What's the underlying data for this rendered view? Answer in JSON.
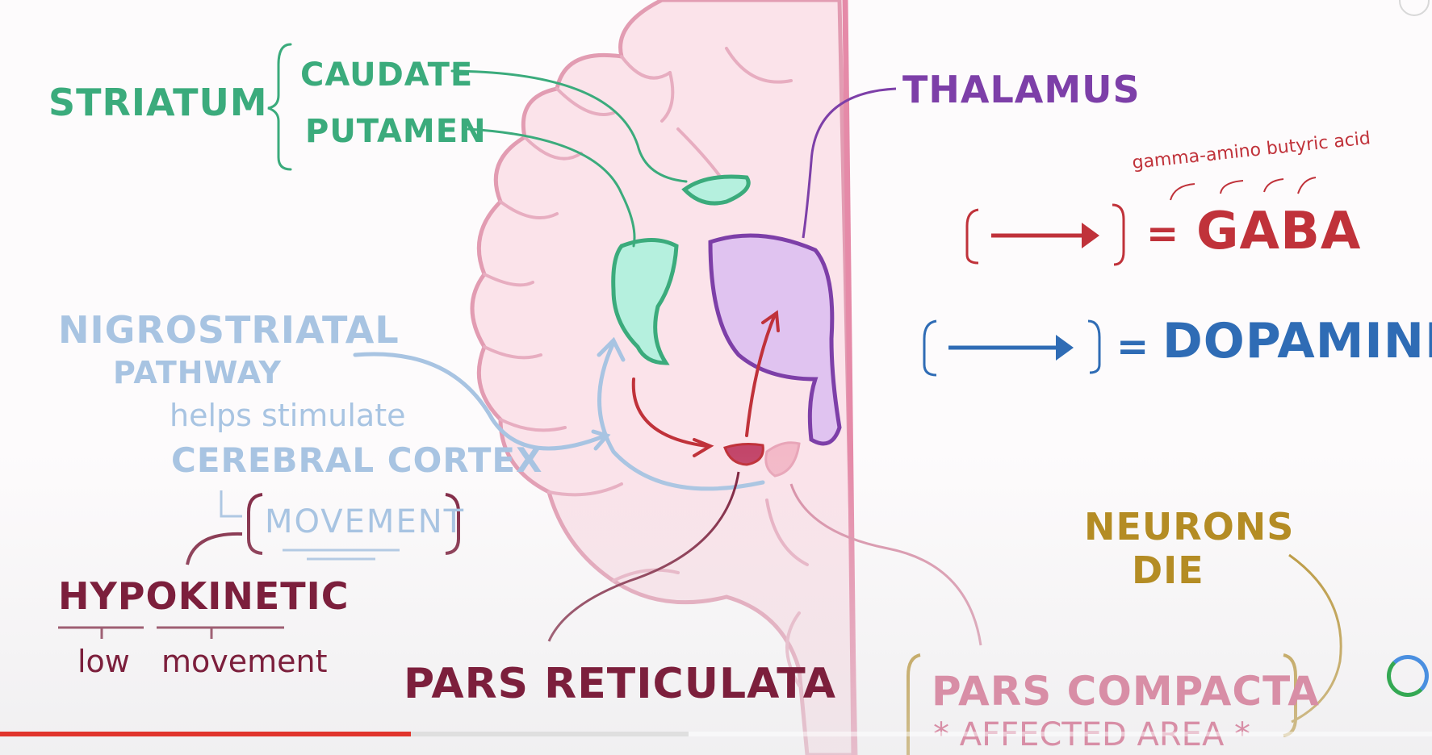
{
  "labels": {
    "striatum": "STRIATUM",
    "caudate": "CAUDATE",
    "putamen": "PUTAMEN",
    "thalamus": "THALAMUS",
    "gamma": "gamma-amino butyric acid",
    "gaba": "GABA",
    "dopamine": "DOPAMINE",
    "equals_gaba": "=",
    "equals_dopamine": "=",
    "nigrostriatal": "NIGROSTRIATAL",
    "pathway": "PATHWAY",
    "helps": "helps stimulate",
    "cerebral_cortex": "CEREBRAL CORTEX",
    "movement_bracket": "MOVEMENT",
    "hypokinetic": "HYPOKINETIC",
    "low": "low",
    "movement": "movement",
    "pars_reticulata": "PARS RETICULATA",
    "neurons": "NEURONS",
    "die": "DIE",
    "pars_compacta": "PARS COMPACTA",
    "affected_area": "* AFFECTED AREA *"
  },
  "colors": {
    "striatum": "#3bab7c",
    "thalamus": "#7d3fa8",
    "gaba": "#c0323a",
    "dopamine": "#2f6cb5",
    "nigrostriatal": "#a8c4e2",
    "hypokinetic": "#7c1f3c",
    "neurons": "#b48c24",
    "pars_compacta": "#d88ea6",
    "brain_outline": "#e29cb2"
  },
  "video": {
    "played_fraction": 0.287,
    "buffered_fraction": 0.481
  }
}
